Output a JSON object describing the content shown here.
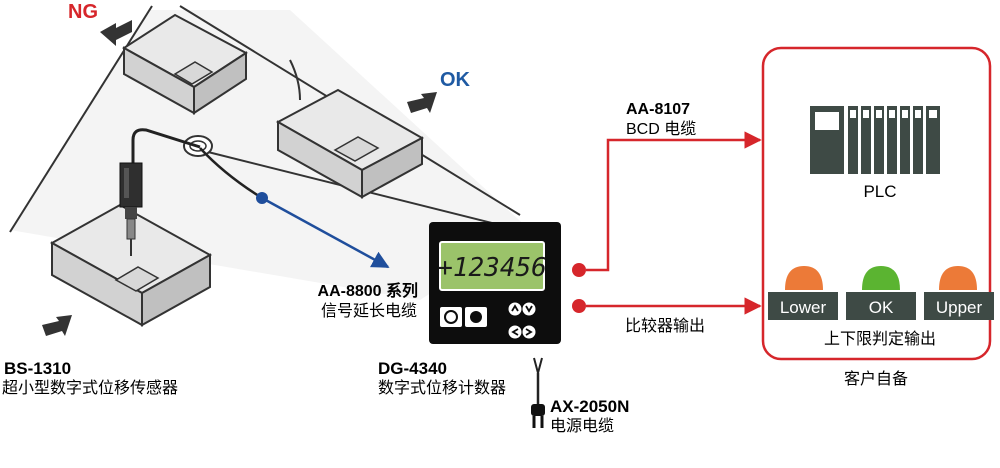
{
  "labels": {
    "ng": "NG",
    "ok": "OK",
    "sensor_model": "BS-1310",
    "sensor_desc": "超小型数字式位移传感器",
    "meter_model": "DG-4340",
    "meter_desc": "数字式位移计数器",
    "ext_cable_model": "AA-8800 系列",
    "ext_cable_desc": "信号延长电缆",
    "bcd_cable_model": "AA-8107",
    "bcd_cable_desc": "BCD 电缆",
    "compare_output": "比较器输出",
    "power_model": "AX-2050N",
    "power_desc": "电源电缆",
    "plc": "PLC",
    "judge_output": "上下限判定输出",
    "customer": "客户自备"
  },
  "meter": {
    "display_value": "+123456"
  },
  "lamps": [
    {
      "label": "Lower",
      "color": "#ec7a38"
    },
    {
      "label": "OK",
      "color": "#5bb431"
    },
    {
      "label": "Upper",
      "color": "#ec7a38"
    }
  ],
  "colors": {
    "ng_text": "#d6262b",
    "ok_text": "#1f5aa3",
    "signal_line": "#1f4e9c",
    "output_line": "#d6262b",
    "customer_box": "#d6262b",
    "lcd_bg": "#9bc36a",
    "panel": "#0d0d0d",
    "plc_module": "#3e4a45"
  }
}
